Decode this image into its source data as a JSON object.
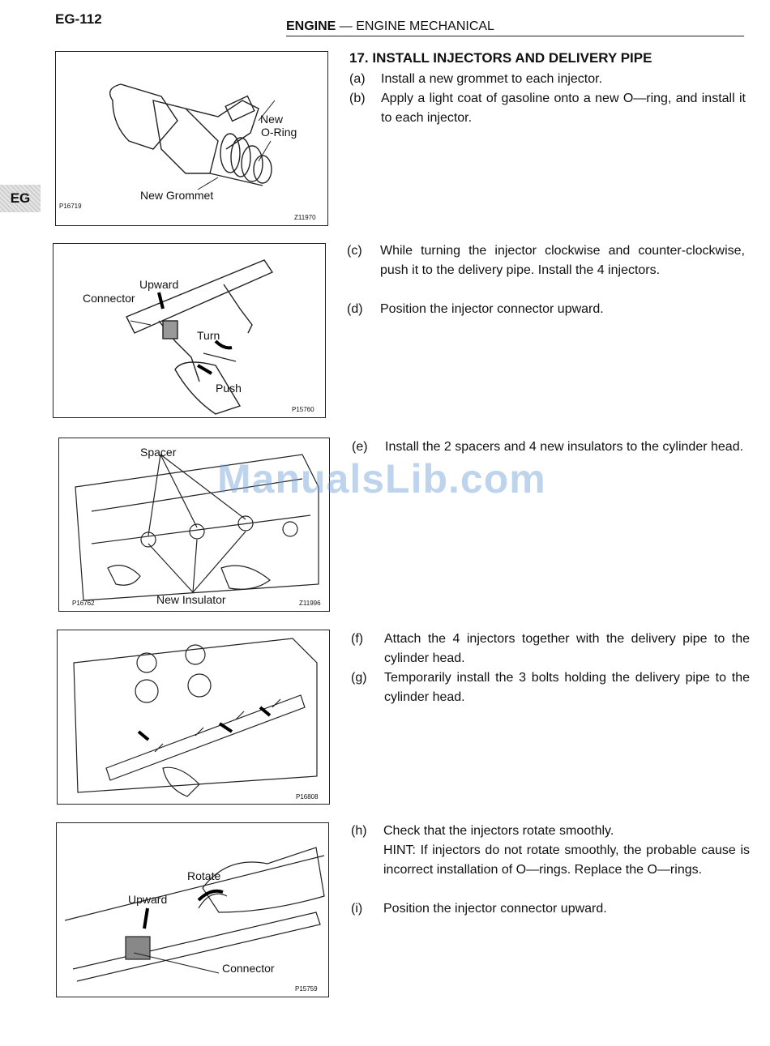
{
  "page": {
    "number": "EG-112",
    "section": "ENGINE",
    "separator": "—",
    "subsection": "ENGINE MECHANICAL",
    "tab": "EG"
  },
  "watermark": "ManualsLib.com",
  "title": "17.  INSTALL INJECTORS AND DELIVERY PIPE",
  "steps": [
    {
      "key": "(a)",
      "text": "Install a new grommet to each injector."
    },
    {
      "key": "(b)",
      "text": "Apply a light coat of gasoline onto a new O—ring, and install it to each injector."
    },
    {
      "key": "(c)",
      "text": "While turning the injector clockwise and counter-clockwise, push it to the delivery pipe. Install the 4 injectors."
    },
    {
      "key": "(d)",
      "text": "Position the injector connector upward."
    },
    {
      "key": "(e)",
      "text": "Install the 2 spacers and 4 new insulators to the cylinder head."
    },
    {
      "key": "(f)",
      "text": "Attach the 4 injectors together with the delivery pipe to the cylinder head."
    },
    {
      "key": "(g)",
      "text": "Temporarily install the 3 bolts holding the delivery pipe to the cylinder head."
    },
    {
      "key": "(h)",
      "text": "Check that the injectors rotate smoothly.",
      "hint": "HINT: If injectors do not rotate smoothly, the probable cause is incorrect installation of O—rings. Replace the O—rings."
    },
    {
      "key": "(i)",
      "text": "Position the injector connector upward."
    }
  ],
  "figures": [
    {
      "labels": [
        "New",
        "O-Ring",
        "New Grommet"
      ],
      "codes": [
        "P16719",
        "Z11970"
      ]
    },
    {
      "labels": [
        "Upward",
        "Connector",
        "Turn",
        "Push"
      ],
      "codes": [
        "P15760"
      ]
    },
    {
      "labels": [
        "Spacer",
        "New Insulator"
      ],
      "codes": [
        "P16762",
        "Z11996"
      ]
    },
    {
      "labels": [],
      "codes": [
        "P16808"
      ]
    },
    {
      "labels": [
        "Rotate",
        "Upward",
        "Connector"
      ],
      "codes": [
        "P15759"
      ]
    }
  ]
}
